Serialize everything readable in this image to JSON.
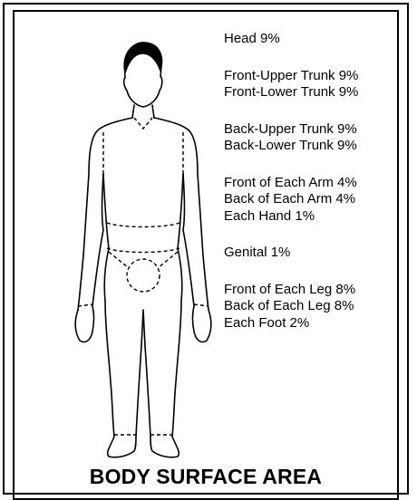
{
  "labels": {
    "groups": [
      [
        "Head 9%"
      ],
      [
        "Front-Upper Trunk 9%",
        "Front-Lower Trunk 9%"
      ],
      [
        "Back-Upper Trunk 9%",
        "Back-Lower Trunk 9%"
      ],
      [
        "Front of Each Arm 4%",
        "Back of Each Arm 4%",
        "Each Hand 1%"
      ],
      [
        "Genital 1%"
      ],
      [
        "Front of Each Leg 8%",
        "Back of Each Leg 8%",
        "Each Foot 2%"
      ]
    ]
  },
  "title": "BODY SURFACE AREA"
}
